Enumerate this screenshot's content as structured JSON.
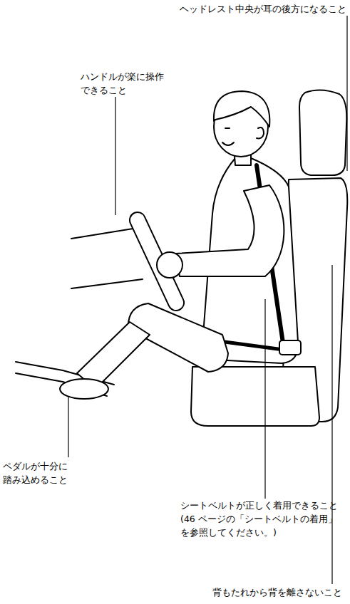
{
  "diagram": {
    "labels": [
      "ヘッドレスト中央が耳の後方になること",
      "ハンドルが楽に操作 できること",
      "ペダルが十分に 踏み込めること",
      "シートベルトが正しく着用できること (46 ページの「シートベルトの着用」 を参照してください。)",
      "背もたれから背を離さないこと"
    ]
  }
}
